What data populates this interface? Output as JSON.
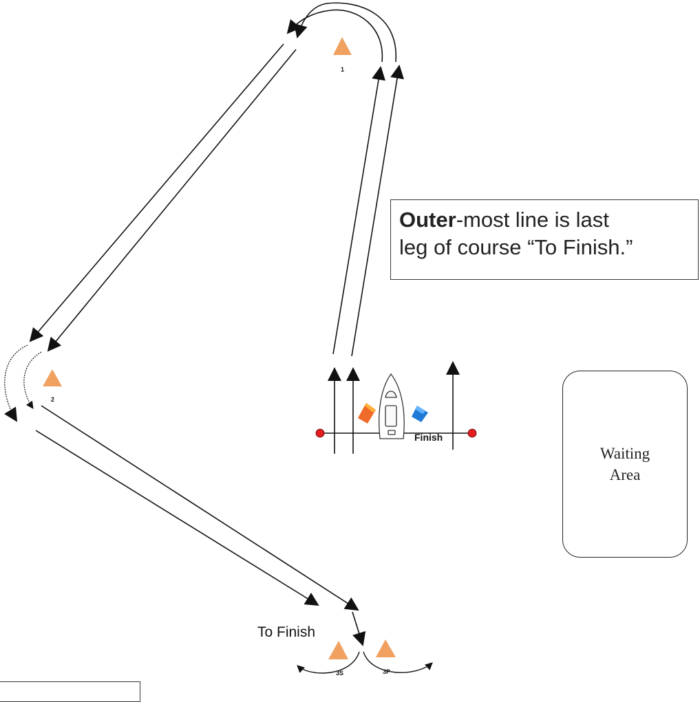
{
  "note": {
    "bold": "Outer",
    "line1_rest": "-most line is last",
    "line2": "leg of course “To Finish.”"
  },
  "waiting_area": {
    "line1": "Waiting",
    "line2": "Area"
  },
  "labels": {
    "to_finish": "To Finish",
    "finish": "Finish"
  },
  "buoys": [
    {
      "id": "1",
      "label": "1"
    },
    {
      "id": "2",
      "label": "2"
    },
    {
      "id": "3s",
      "label": "3S"
    },
    {
      "id": "3p",
      "label": "3P"
    }
  ],
  "colors": {
    "buoy": "#f0a160",
    "finish_pin": "#e41e1e",
    "flag_left": "#f06a2a",
    "flag_right": "#1e7ad6",
    "line": "#111111"
  }
}
